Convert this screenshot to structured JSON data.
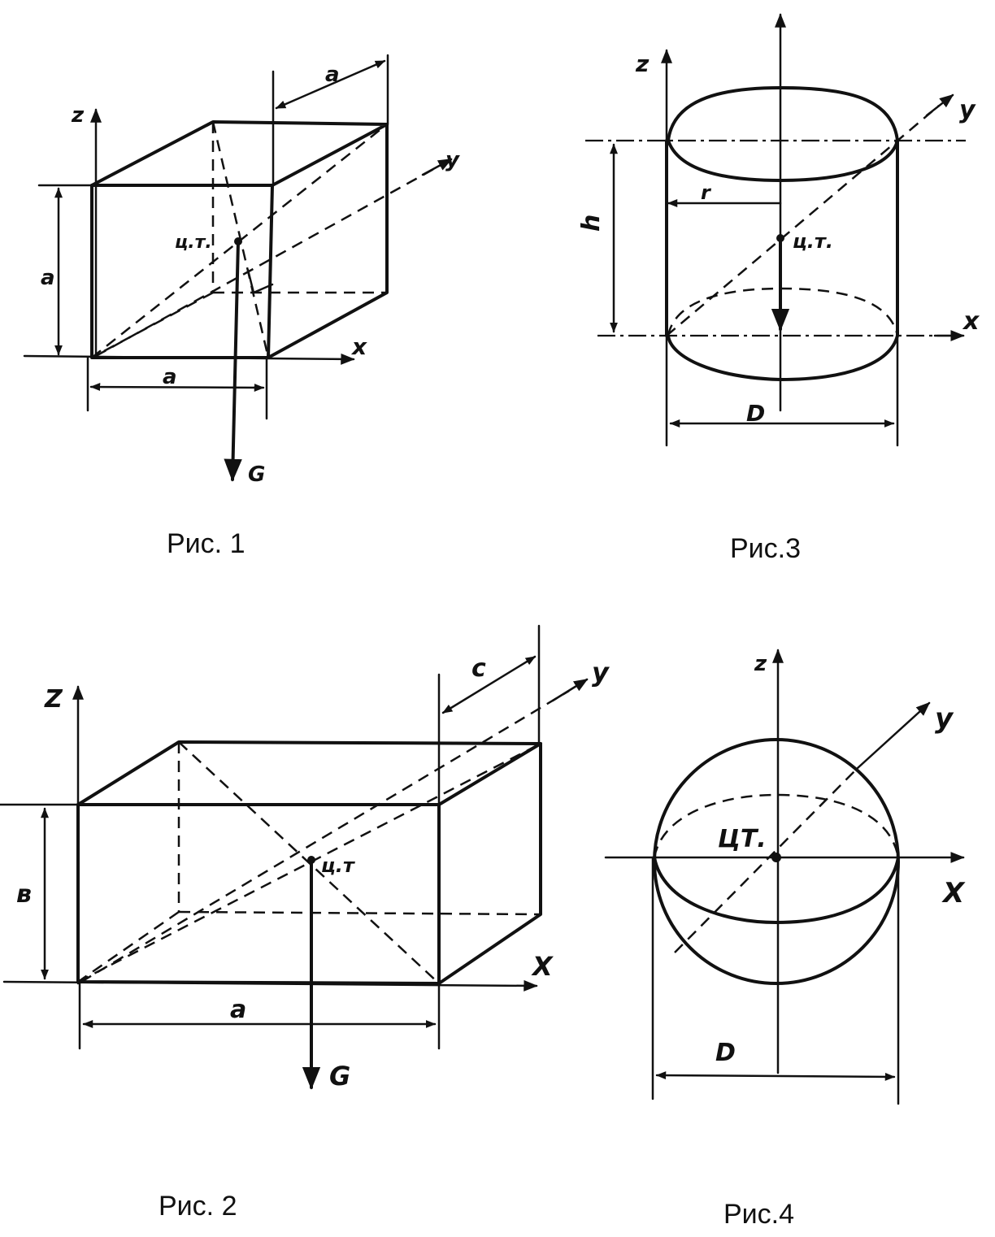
{
  "figures": {
    "fig1": {
      "caption": "Рис. 1",
      "axis_x": "x",
      "axis_y": "y",
      "axis_z": "z",
      "dim_top": "a",
      "dim_left": "a",
      "dim_bottom": "a",
      "cg": "ц.т.",
      "force": "G"
    },
    "fig2": {
      "caption": "Рис. 2",
      "axis_x": "X",
      "axis_y": "y",
      "axis_z": "Z",
      "dim_top": "c",
      "dim_left": "в",
      "dim_bottom": "a",
      "cg": "ц.т",
      "force": "G"
    },
    "fig3": {
      "caption": "Рис.3",
      "axis_x": "x",
      "axis_y": "y",
      "axis_z": "z",
      "dim_h": "h",
      "dim_r": "r",
      "dim_d": "D",
      "cg": "ц.т."
    },
    "fig4": {
      "caption": "Рис.4",
      "axis_x": "X",
      "axis_y": "y",
      "axis_z": "z",
      "dim_d": "D",
      "cg": "ЦТ."
    }
  }
}
